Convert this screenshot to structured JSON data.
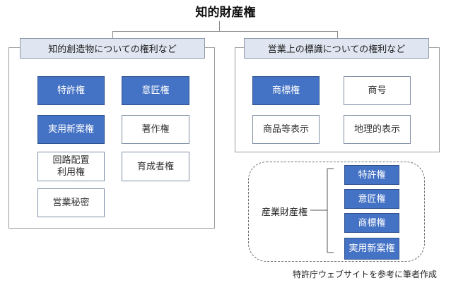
{
  "title": "知的財産権",
  "groups": {
    "creative": {
      "header": "知的創造物についての権利など",
      "items": [
        {
          "label": "特許権",
          "style": "filled"
        },
        {
          "label": "意匠権",
          "style": "filled"
        },
        {
          "label": "実用新案権",
          "style": "filled"
        },
        {
          "label": "著作権",
          "style": "outline"
        },
        {
          "label": "回路配置\n利用権",
          "style": "outline"
        },
        {
          "label": "育成者権",
          "style": "outline"
        },
        {
          "label": "営業秘密",
          "style": "outline"
        }
      ]
    },
    "marks": {
      "header": "営業上の標識についての権利など",
      "items": [
        {
          "label": "商標権",
          "style": "filled"
        },
        {
          "label": "商号",
          "style": "outline"
        },
        {
          "label": "商品等表示",
          "style": "outline"
        },
        {
          "label": "地理的表示",
          "style": "outline"
        }
      ]
    }
  },
  "industrial": {
    "label": "産業財産権",
    "items": [
      "特許権",
      "意匠権",
      "商標権",
      "実用新案権"
    ]
  },
  "source": "特許庁ウェブサイトを参考に筆者作成",
  "colors": {
    "filled": "#4472c4",
    "header_bg": "#dfe6f1",
    "border": "#9a9a9a"
  }
}
